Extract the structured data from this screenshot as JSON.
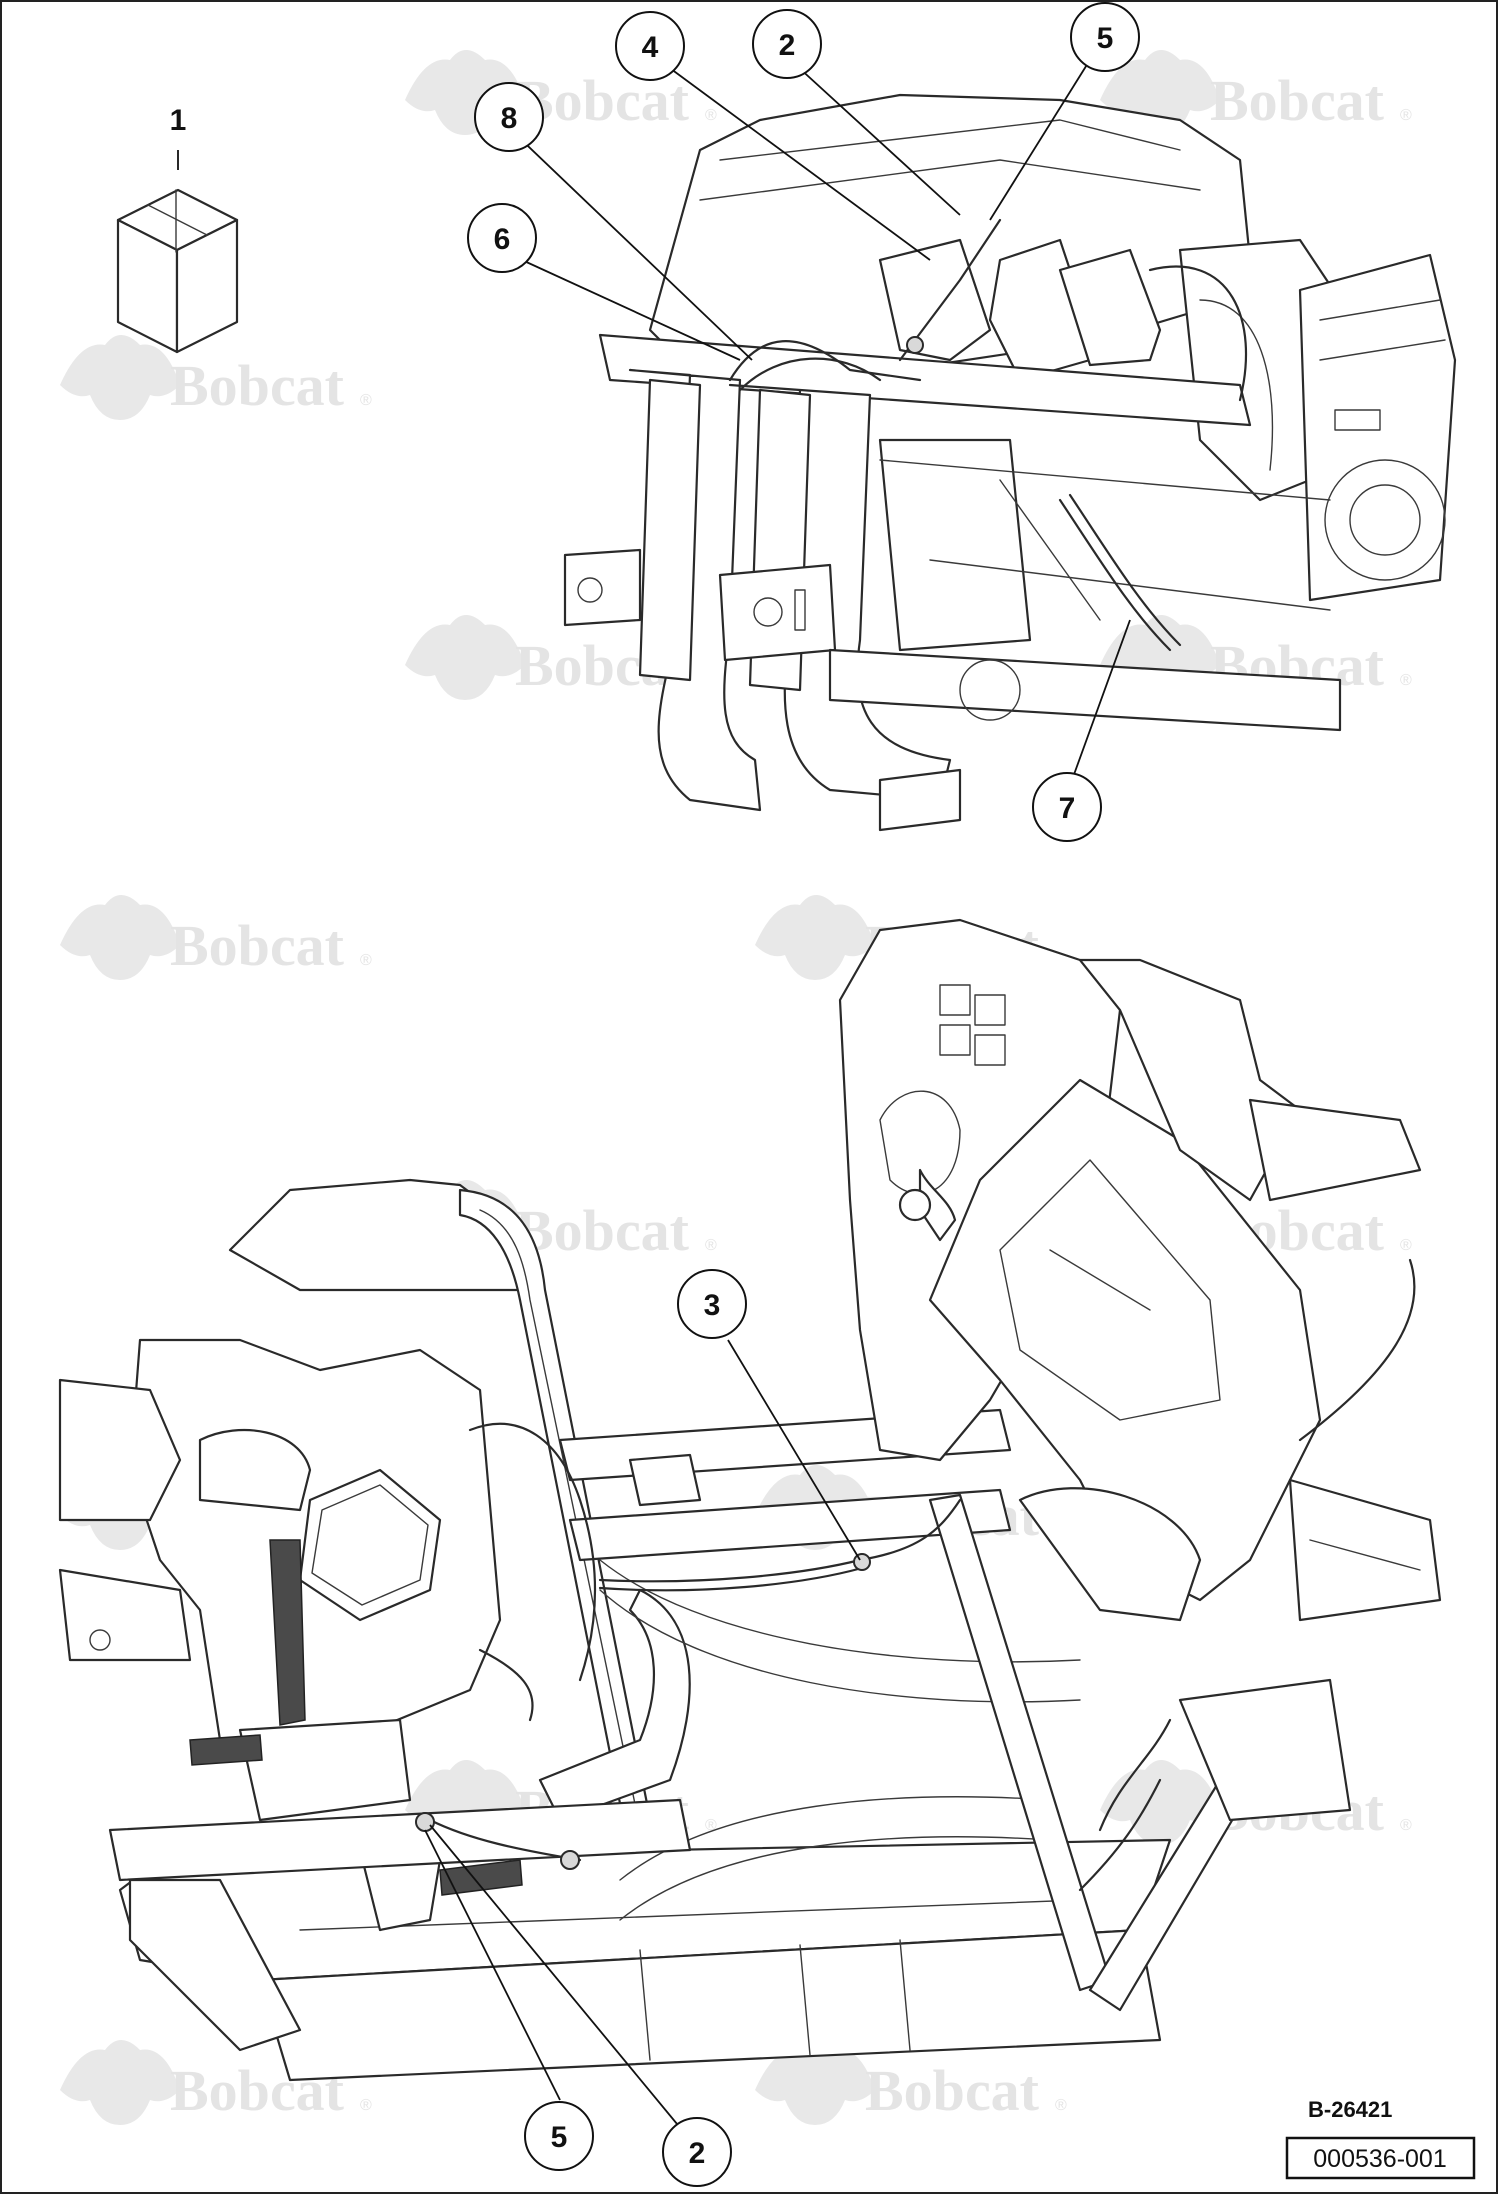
{
  "watermark": {
    "brand": "Bobcat",
    "reg": "®"
  },
  "callouts": [
    {
      "id": "c1",
      "label": "1"
    },
    {
      "id": "c2a",
      "label": "2"
    },
    {
      "id": "c2b",
      "label": "2"
    },
    {
      "id": "c3",
      "label": "3"
    },
    {
      "id": "c4",
      "label": "4"
    },
    {
      "id": "c5a",
      "label": "5"
    },
    {
      "id": "c5b",
      "label": "5"
    },
    {
      "id": "c6",
      "label": "6"
    },
    {
      "id": "c7",
      "label": "7"
    },
    {
      "id": "c8",
      "label": "8"
    }
  ],
  "figure_ref": "B-26421",
  "part_number": "000536-001",
  "colors": {
    "line": "#2a2a2a",
    "watermark": "#e4e4e4",
    "background": "#ffffff"
  }
}
